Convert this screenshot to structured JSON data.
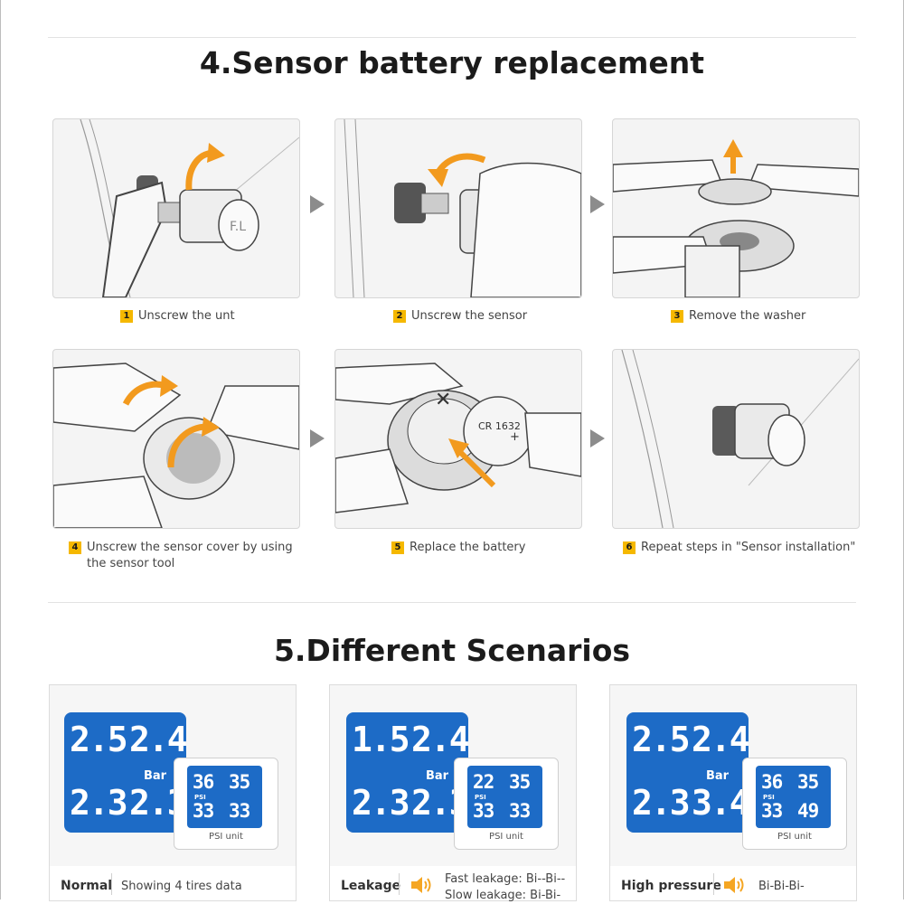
{
  "section4": {
    "title": "4.Sensor battery replacement",
    "steps": [
      {
        "num": "1",
        "text": "Unscrew the unt",
        "cap_text": "F.L"
      },
      {
        "num": "2",
        "text": "Unscrew the sensor"
      },
      {
        "num": "3",
        "text": "Remove the washer"
      },
      {
        "num": "4",
        "text": "Unscrew the sensor cover by using\nthe sensor tool"
      },
      {
        "num": "5",
        "text": "Replace the battery",
        "battery_label": "CR 1632"
      },
      {
        "num": "6",
        "text": "Repeat steps in \"Sensor installation\""
      }
    ]
  },
  "section5": {
    "title": "5.Different Scenarios",
    "scenarios": [
      {
        "label": "Normal",
        "desc": "Showing 4 tires data",
        "lcd": [
          "2.5",
          "2.4",
          "2.3",
          "2.3"
        ],
        "unit": "Bar",
        "psi": [
          "36",
          "35",
          "33",
          "33"
        ],
        "psi_label": "PSI",
        "psi_unit": "PSI unit",
        "speaker": false
      },
      {
        "label": "Leakage",
        "desc": "Fast leakage:  Bi--Bi--\nSlow leakage: Bi-Bi-",
        "lcd": [
          "1.5",
          "2.4",
          "2.3",
          "2.3"
        ],
        "unit": "Bar",
        "psi": [
          "22",
          "35",
          "33",
          "33"
        ],
        "psi_label": "PSI",
        "psi_unit": "PSI unit",
        "speaker": true
      },
      {
        "label": "High pressure",
        "desc": "Bi-Bi-Bi-",
        "lcd": [
          "2.5",
          "2.4",
          "2.3",
          "3.4"
        ],
        "unit": "Bar",
        "psi": [
          "36",
          "35",
          "33",
          "49"
        ],
        "psi_label": "PSI",
        "psi_unit": "PSI unit",
        "speaker": true
      }
    ]
  },
  "colors": {
    "badge": "#f5b800",
    "orange_arrow": "#f29a1e",
    "lcd_blue": "#1d6bc6"
  }
}
